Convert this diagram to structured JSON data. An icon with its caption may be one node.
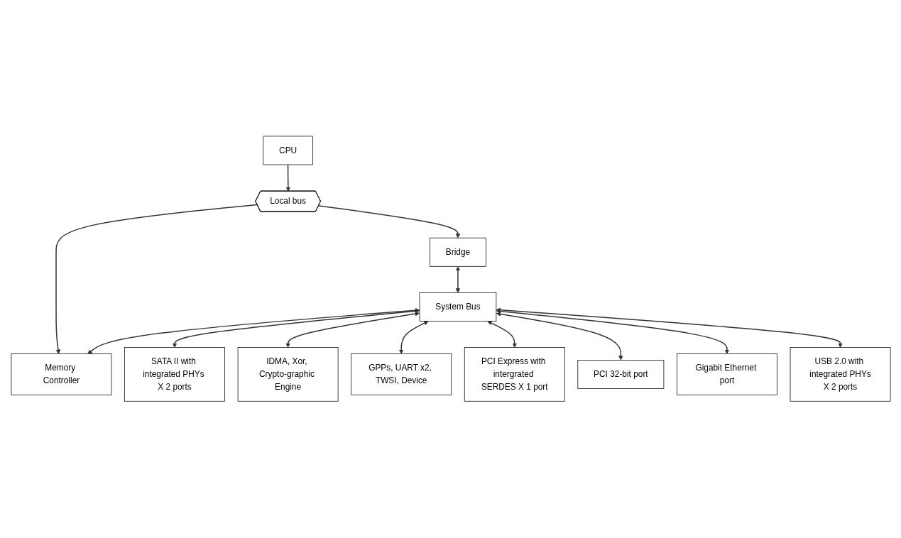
{
  "diagram": {
    "nodes": [
      {
        "text": [
          "CPU"
        ]
      },
      {
        "text": [
          "Local bus"
        ]
      },
      {
        "text": [
          "Memory Controller"
        ]
      },
      {
        "text": [
          "Bridge"
        ]
      },
      {
        "text": [
          "System Bus"
        ]
      },
      {
        "text": [
          "SATA II with integrated PHYs X 2 ports"
        ]
      },
      {
        "text": [
          "IDMA, Xor, Crypto-graphic Engine"
        ]
      },
      {
        "text": [
          "GPPs, UART x2, TWSI, Device"
        ]
      },
      {
        "text": [
          "PCI Express with intergrated SERDES X 1 port"
        ]
      },
      {
        "text": [
          "PCI 32-bit port"
        ]
      },
      {
        "text": [
          "Gigabit Ethernet port"
        ]
      },
      {
        "text": [
          "USB 2.0 with integrated PHYs",
          "X 2 ports"
        ]
      }
    ],
    "edges": [
      {
        "from": 0,
        "to": 1,
        "arrow": "to"
      },
      {
        "from": 1,
        "to": 2,
        "arrow": "to"
      },
      {
        "from": 1,
        "to": 3,
        "arrow": "to"
      },
      {
        "from": 3,
        "to": 4,
        "arrow": "both"
      },
      {
        "from": 4,
        "to": 2,
        "arrow": "both"
      },
      {
        "from": 4,
        "to": 5,
        "arrow": "both"
      },
      {
        "from": 4,
        "to": 6,
        "arrow": "both"
      },
      {
        "from": 4,
        "to": 7,
        "arrow": "both"
      },
      {
        "from": 4,
        "to": 8,
        "arrow": "both"
      },
      {
        "from": 4,
        "to": 9,
        "arrow": "both"
      },
      {
        "from": 4,
        "to": 10,
        "arrow": "both"
      },
      {
        "from": 4,
        "to": 11,
        "arrow": "both"
      }
    ]
  }
}
